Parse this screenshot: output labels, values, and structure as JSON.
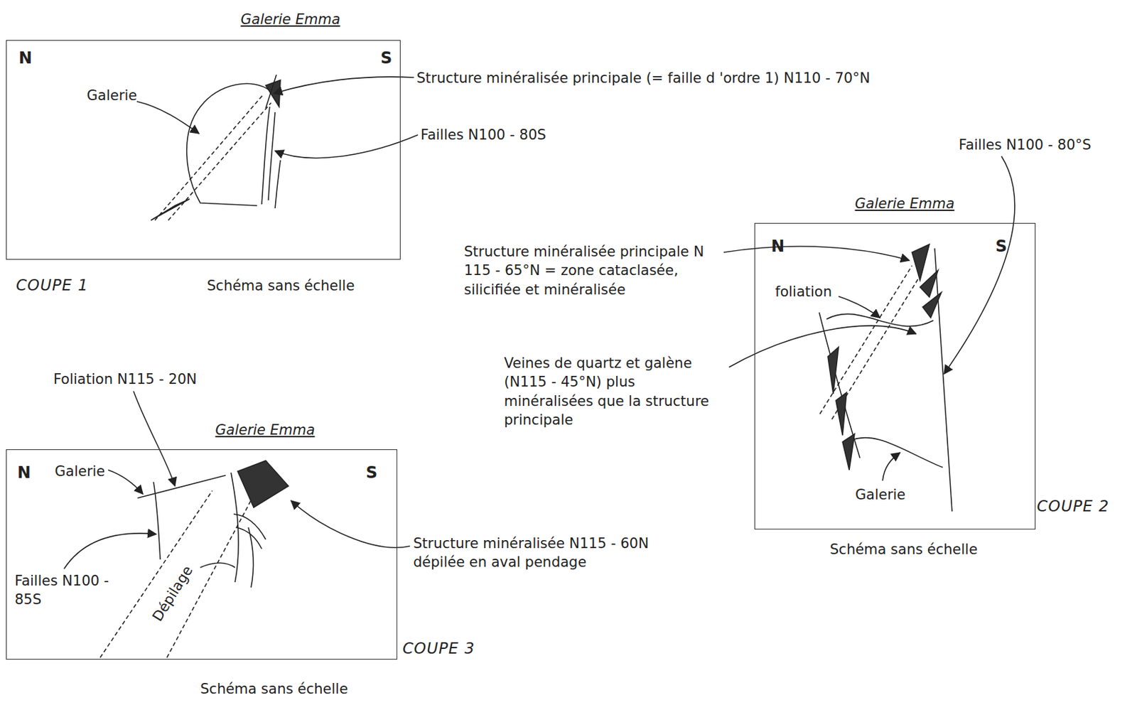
{
  "diagram": {
    "nodes": [
      {
        "text": [
          "Galerie Emma",
          "N",
          "S",
          "Galerie"
        ]
      },
      {
        "text": [
          "Galerie Emma",
          "N",
          "S",
          "foliation",
          "Galerie"
        ]
      },
      {
        "text": [
          "Galerie Emma",
          "N",
          "S",
          "Galerie",
          "Failles N100 - 85S",
          "Dépilage"
        ]
      }
    ],
    "labels": [
      "Structure minéralisée principale (= faille d 'ordre 1) N110 - 70°N",
      "Failles N100 - 80S",
      "COUPE 1",
      "Schéma sans échelle",
      "Failles N100 - 80°S",
      "Structure minéralisée principale N 115 - 65°N = zone cataclasée, silicifiée et minéralisée",
      "Veines de quartz et galène (N115 - 45°N) plus minéralisées que la structure principale",
      "COUPE 2",
      "Schéma sans échelle",
      "Foliation N115 - 20N",
      "Structure minéralisée N115 - 60N dépilée en aval pendage",
      "COUPE 3",
      "Schéma sans échelle"
    ]
  }
}
